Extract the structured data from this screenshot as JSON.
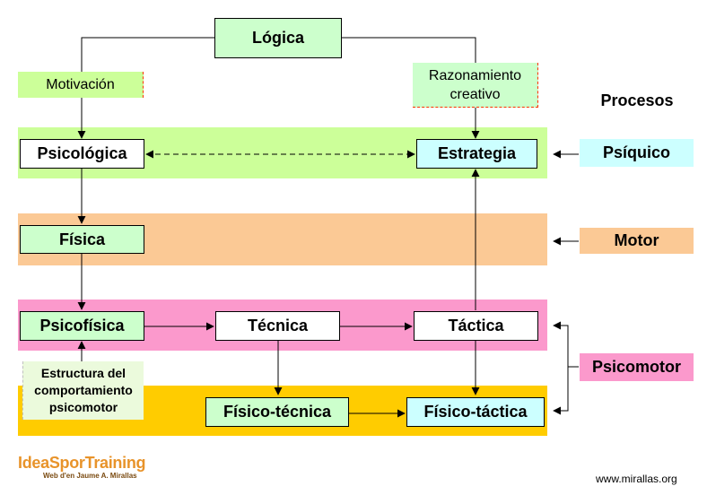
{
  "nodes": {
    "logica": "Lógica",
    "motivacion": "Motivación",
    "razonamiento": "Razonamiento creativo",
    "psicologica": "Psicológica",
    "estrategia": "Estrategia",
    "fisica": "Física",
    "psicofisica": "Psicofísica",
    "tecnica": "Técnica",
    "tactica": "Táctica",
    "estructura": "Estructura del comportamiento psicomotor",
    "fisico_tecnica": "Físico-técnica",
    "fisico_tactica": "Físico-táctica"
  },
  "processes": {
    "title": "Procesos",
    "psiquico": "Psíquico",
    "motor": "Motor",
    "psicomotor": "Psicomotor"
  },
  "footer": {
    "logo": "IdeaSporTraining",
    "logo_sub": "Web d'en Jaume A. Mirallas",
    "url": "www.mirallas.org"
  },
  "colors": {
    "band_psiquico": "#ccff99",
    "band_motor": "#fbc995",
    "band_psicomotor": "#fb99cc",
    "band_psicomotor_2": "#ffcc00",
    "box_green": "#ccffcc",
    "box_cyan": "#ccffff",
    "logo_orange": "#e8932a"
  }
}
